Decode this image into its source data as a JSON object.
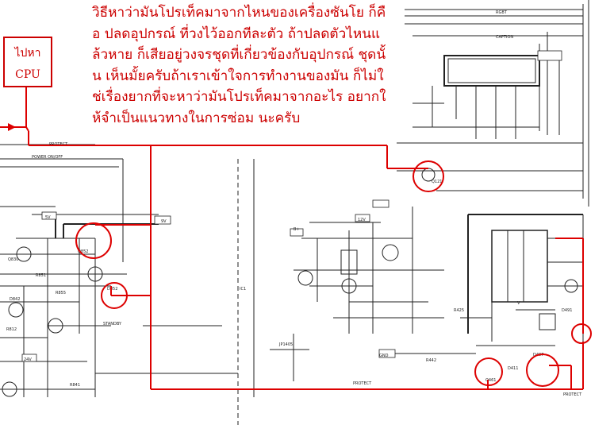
{
  "note": {
    "text": "วิธีหาว่ามันโปรเท็คมาจากไหนของเครื่องซันโย ก็คือ ปลดอุปกรณ์ ที่วงไว้ออกทีละตัว ถ้าปลดตัวไหนแล้วหาย ก็เสียอยู่วงจรชุดที่เกี่ยวข้องกับอุปกรณ์ ชุดนั้น เห็นมั้ยครับถ้าเราเข้าใจการทำงานของมัน ก็ไม่ใช่เรื่องยากที่จะหาว่ามันโปรเท็คมาจากอะไร อยากให้จำเป็นแนวทางในการซ่อม นะครับ"
  },
  "cpu_label": {
    "line1": "ไปหา",
    "line2": "CPU"
  },
  "schematic_labels": {
    "protect_top": "PROTECT",
    "protect_bottom": "PROTECT",
    "protect_right": "PROTECT",
    "power_on_off": "POWER ON/OFF",
    "standby": "STANDBY",
    "b_plus": "B+",
    "ic1": "IC1",
    "jumper": "JP1405",
    "rgbt": "RGBT",
    "caption": "CAPTION",
    "v_label": "V",
    "nine_v": "9V",
    "gnd": "GND",
    "v_out_1": "5V",
    "v_out_2": "12V",
    "v_out_3": "24V",
    "d_labels": [
      "D852",
      "D407",
      "D491",
      "D842",
      "D411"
    ],
    "q_labels": [
      "Q852",
      "Q121",
      "Q461",
      "Q830"
    ],
    "r_labels": [
      "R855",
      "R851",
      "R812",
      "R841",
      "R442",
      "R425"
    ]
  }
}
